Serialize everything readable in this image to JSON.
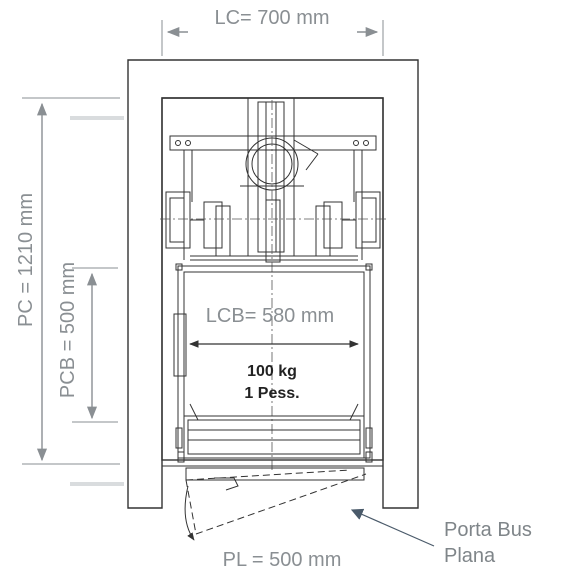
{
  "dimensions": {
    "lc": "LC= 700 mm",
    "pc": "PC = 1210 mm",
    "pcb": "PCB = 500 mm",
    "lcb": "LCB= 580 mm",
    "pl": "PL = 500 mm"
  },
  "capacity": {
    "load": "100 kg",
    "persons": "1 Pess."
  },
  "door_label": {
    "line1": "Porta Bus",
    "line2": "Plana"
  },
  "colors": {
    "line": "#333333",
    "dimension": "#8a8f93",
    "shaft_fill": "#ffffff"
  }
}
